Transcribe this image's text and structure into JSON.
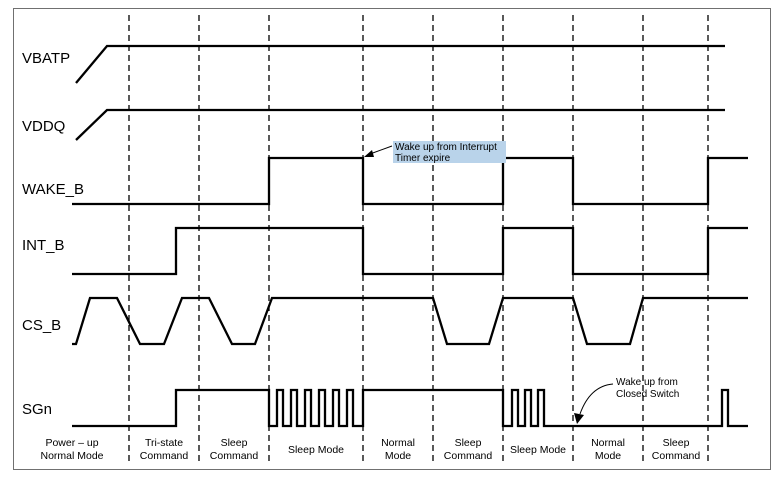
{
  "signals": [
    {
      "id": "vbatp",
      "name": "VBATP"
    },
    {
      "id": "vddq",
      "name": "VDDQ"
    },
    {
      "id": "wake_b",
      "name": "WAKE_B"
    },
    {
      "id": "int_b",
      "name": "INT_B"
    },
    {
      "id": "cs_b",
      "name": "CS_B"
    },
    {
      "id": "sgn",
      "name": "SGn"
    }
  ],
  "phases": [
    {
      "id": "power-up",
      "lines": [
        "Power – up",
        "Normal Mode"
      ]
    },
    {
      "id": "tri-state",
      "lines": [
        "Tri-state",
        "Command"
      ]
    },
    {
      "id": "sleep-cmd-1",
      "lines": [
        "Sleep",
        "Command"
      ]
    },
    {
      "id": "sleep-mode-1",
      "lines": [
        "Sleep Mode"
      ]
    },
    {
      "id": "normal-mode-1",
      "lines": [
        "Normal",
        "Mode"
      ]
    },
    {
      "id": "sleep-cmd-2",
      "lines": [
        "Sleep",
        "Command"
      ]
    },
    {
      "id": "sleep-mode-2",
      "lines": [
        "Sleep Mode"
      ]
    },
    {
      "id": "normal-mode-2",
      "lines": [
        "Normal",
        "Mode"
      ]
    },
    {
      "id": "sleep-cmd-3",
      "lines": [
        "Sleep",
        "Command"
      ]
    }
  ],
  "annotations": {
    "interrupt": {
      "lines": [
        "Wake up from Interrupt",
        "Timer expire"
      ],
      "highlight": "#b9d3ea"
    },
    "closed_switch": {
      "lines": [
        "Wake up from",
        "Closed Switch"
      ]
    }
  },
  "colors": {
    "line": "#000000",
    "frame": "#707070"
  }
}
